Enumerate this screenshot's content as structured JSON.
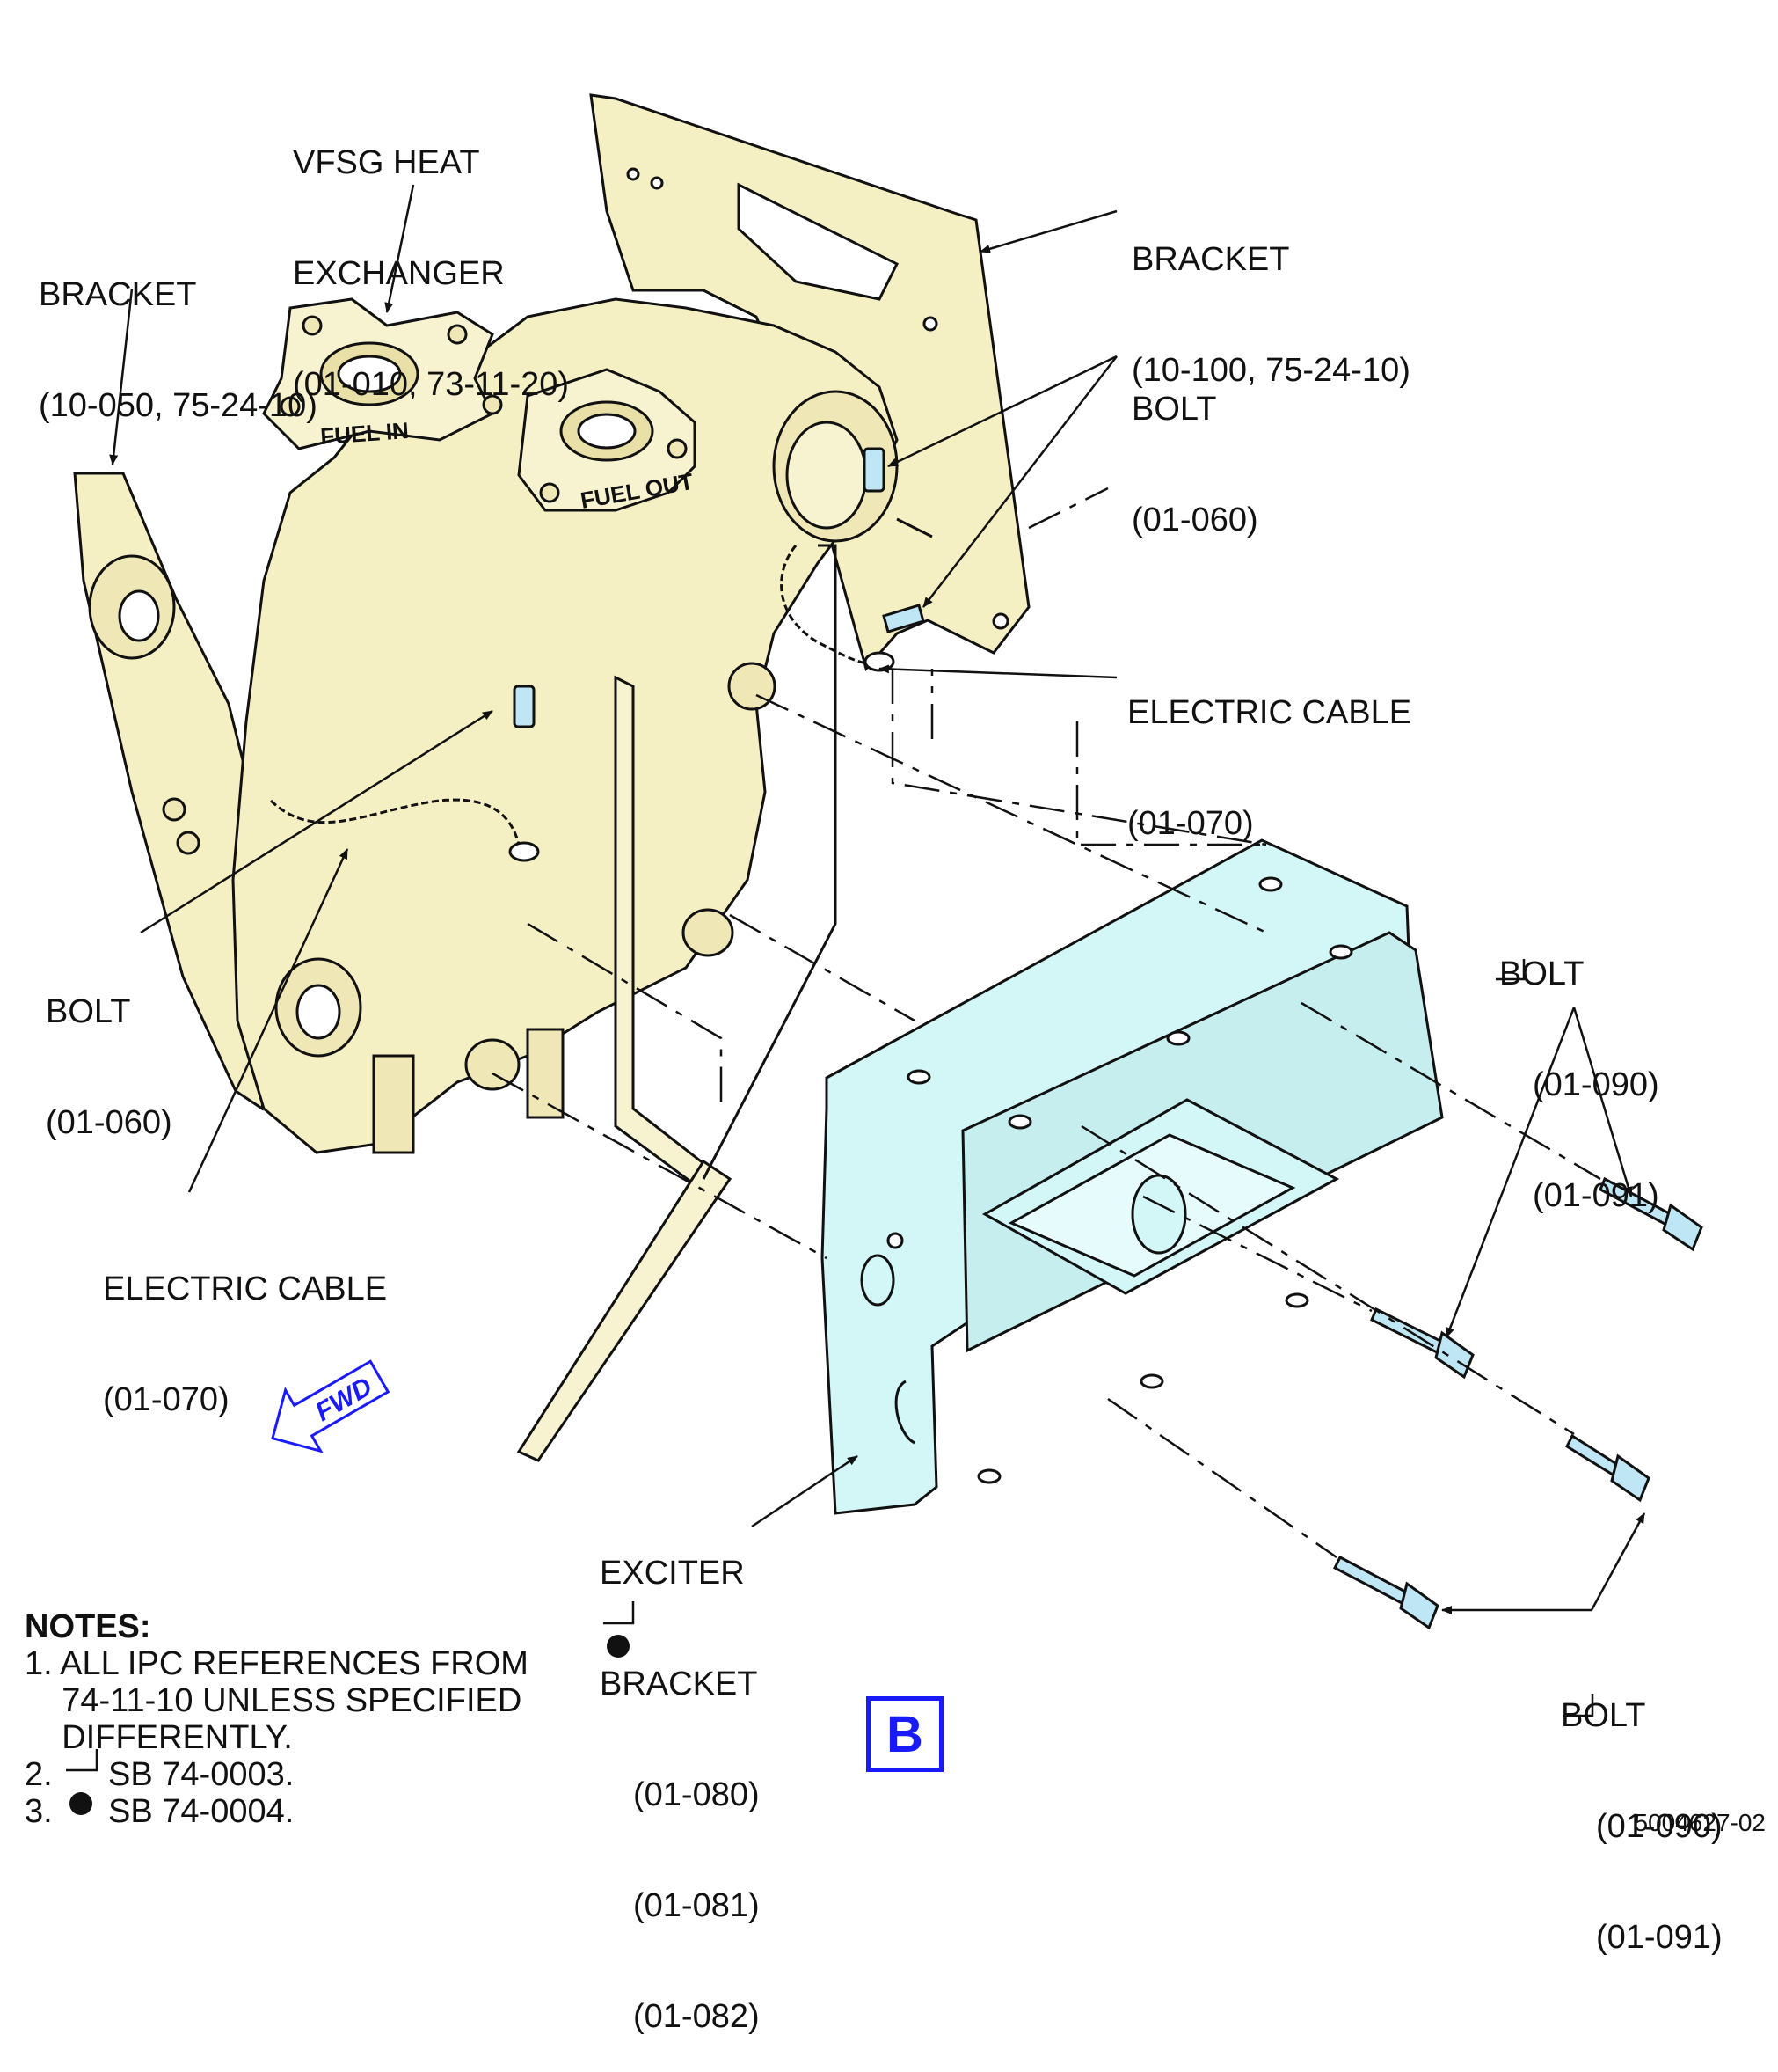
{
  "labels": {
    "vfsg_heat_exchanger": [
      "VFSG HEAT",
      "EXCHANGER",
      "(01-010, 73-11-20)"
    ],
    "bracket_left": [
      "BRACKET",
      "(10-050, 75-24-10)"
    ],
    "bracket_right": [
      "BRACKET",
      "(10-100, 75-24-10)"
    ],
    "bolt_top": [
      "BOLT",
      "(01-060)"
    ],
    "electric_cable_right": [
      "ELECTRIC CABLE",
      "(01-070)"
    ],
    "bolt_left": [
      "BOLT",
      "(01-060)"
    ],
    "electric_cable_left": [
      "ELECTRIC CABLE",
      "(01-070)"
    ],
    "bolt_right_upper": [
      "BOLT",
      "(01-090)",
      "(01-091)"
    ],
    "exciter_bracket": [
      "EXCITER",
      "BRACKET",
      "(01-080)",
      "(01-081)",
      "(01-082)"
    ],
    "bolt_right_lower": [
      "BOLT",
      "(01-090)",
      "(01-091)"
    ]
  },
  "part_markings": {
    "fuel_in": "FUEL IN",
    "fuel_out": "FUEL OUT"
  },
  "fwd_arrow": "FWD",
  "view_badge": "B",
  "notes": {
    "heading": "NOTES:",
    "items": [
      "1. ALL IPC REFERENCES FROM",
      "    74-11-10 UNLESS SPECIFIED",
      "    DIFFERENTLY.",
      "2.      SB 74-0003.",
      "3.      SB 74-0004."
    ]
  },
  "drawing_number": "5004627-02",
  "colors": {
    "heat_exchanger_fill": "#f5efc4",
    "exciter_bracket_fill": "#d3f6f6",
    "bolt_fill": "#bfe6f4",
    "badge_blue": "#1a1aff",
    "line": "#111111"
  },
  "icons": [
    "triangle-marker-icon",
    "filled-circle-marker-icon",
    "fwd-arrow-icon"
  ]
}
